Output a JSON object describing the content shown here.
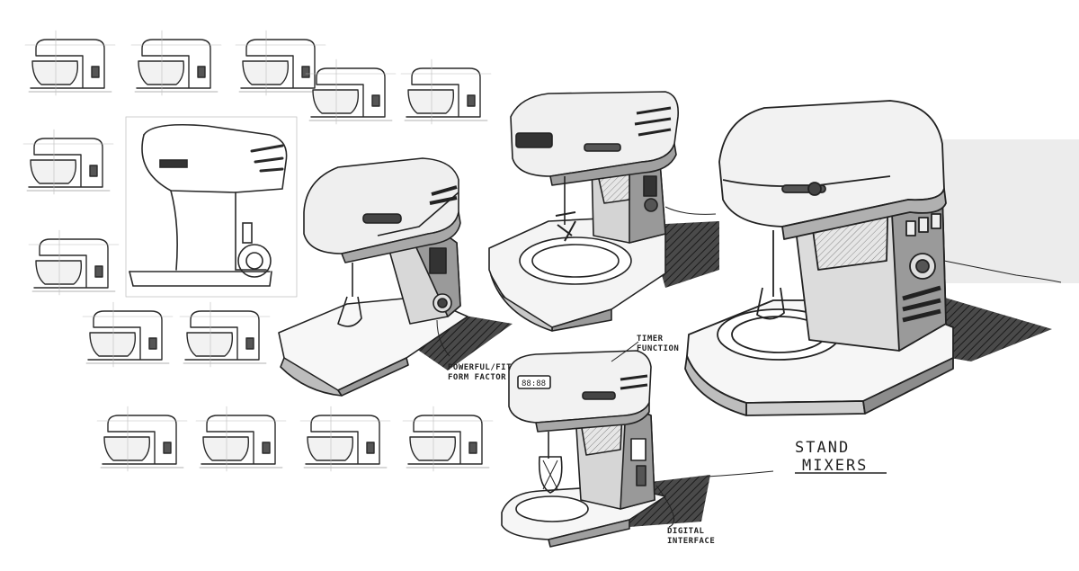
{
  "sheet": {
    "title_line1": "STAND",
    "title_line2": "MIXERS",
    "annotations": {
      "form_factor_line1": "POWERFUL/FIT",
      "form_factor_line2": "FORM FACTOR",
      "timer_line1": "TIMER",
      "timer_line2": "FUNCTION",
      "digital_line1": "DIGITAL",
      "digital_line2": "INTERFACE"
    }
  },
  "colors": {
    "ink": "#222222",
    "body_grey": "#9a9a9a",
    "light_grey": "#d8d8d8",
    "shadow": "#3a3a3a",
    "backdrop": "#ececec"
  }
}
